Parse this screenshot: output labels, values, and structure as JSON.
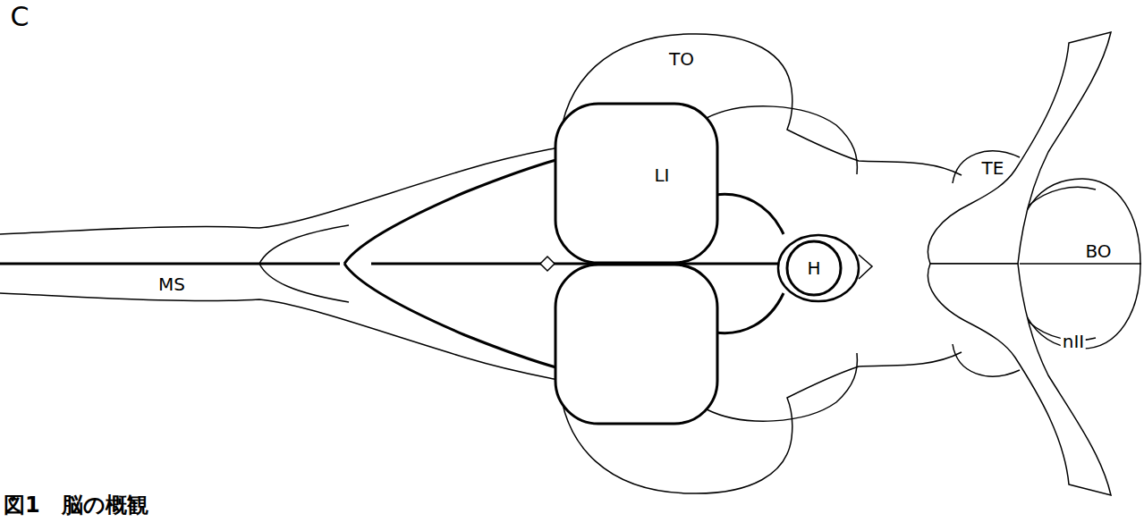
{
  "diagram": {
    "caption": "図1　脳の概観",
    "labels": [
      "C",
      "TO",
      "LI",
      "TE",
      "H",
      "BO",
      "MS",
      "nII"
    ]
  }
}
